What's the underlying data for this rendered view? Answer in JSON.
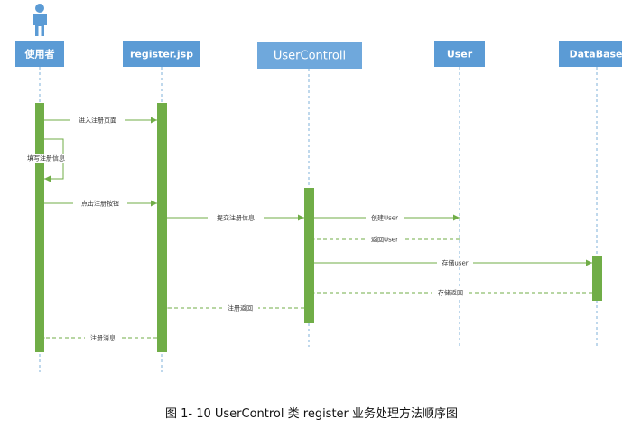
{
  "participants": [
    {
      "id": "user_actor",
      "label": "使用者"
    },
    {
      "id": "register_jsp",
      "label": "register.jsp"
    },
    {
      "id": "user_controll",
      "label": "UserControll"
    },
    {
      "id": "user",
      "label": "User"
    },
    {
      "id": "database",
      "label": "DataBase"
    }
  ],
  "messages": [
    {
      "id": "m1",
      "label": "进入注册页面"
    },
    {
      "id": "m2",
      "label": "填写注册信息"
    },
    {
      "id": "m3",
      "label": "点击注册按钮"
    },
    {
      "id": "m4",
      "label": "提交注册信息"
    },
    {
      "id": "m5",
      "label": "创建User"
    },
    {
      "id": "m6",
      "label": "返回User"
    },
    {
      "id": "m7",
      "label": "存储user"
    },
    {
      "id": "m8",
      "label": "存储返回"
    },
    {
      "id": "m9",
      "label": "注册返回"
    },
    {
      "id": "m10",
      "label": "注册消息"
    }
  ],
  "caption": "图  1- 10 UserControl 类 register 业务处理方法顺序图",
  "colors": {
    "header_dark": "#5b9bd5",
    "header_light": "#6fa8dc",
    "activation": "#70ad47",
    "lifeline": "#7fb0d8",
    "message": "#70ad47"
  }
}
